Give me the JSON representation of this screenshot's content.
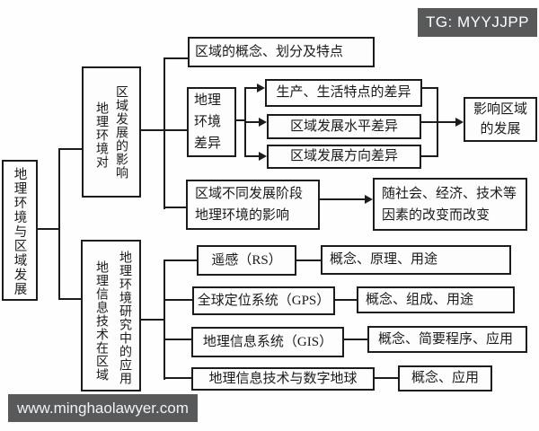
{
  "badges": {
    "tg": "TG: MYYJJPP",
    "site": "www.minghaolawyer.com"
  },
  "colors": {
    "badge_bg": "#58595b",
    "line": "#1c1c1c",
    "background": "#fefefe"
  },
  "root": {
    "label": "地理环境与区域发展"
  },
  "branch1": {
    "right_col": "区域发展的影响",
    "left_col": "地理环境对"
  },
  "b1": {
    "concept": "区域的概念、划分及特点",
    "env_diff": {
      "lines": [
        "地理",
        "环境",
        "差异"
      ]
    },
    "diffs": [
      "生产、生活特点的差异",
      "区域发展水平差异",
      "区域发展方向差异"
    ],
    "influence": {
      "lines": [
        "影响区域",
        "的发展"
      ]
    },
    "stage": {
      "lines": [
        "区域不同发展阶段",
        "地理环境的影响"
      ]
    },
    "change": {
      "lines": [
        "随社会、经济、技术等",
        "因素的改变而改变"
      ]
    }
  },
  "branch2": {
    "right_col": "地理环境研究中的应用",
    "left_col": "地理信息技术在区域"
  },
  "b2": {
    "rs": "遥感（RS）",
    "rs_desc": "概念、原理、用途",
    "gps": "全球定位系统（GPS）",
    "gps_desc": "概念、组成、用途",
    "gis": "地理信息系统（GIS）",
    "gis_desc": "概念、简要程序、应用",
    "digital": "地理信息技术与数字地球",
    "digital_desc": "概念、应用"
  }
}
